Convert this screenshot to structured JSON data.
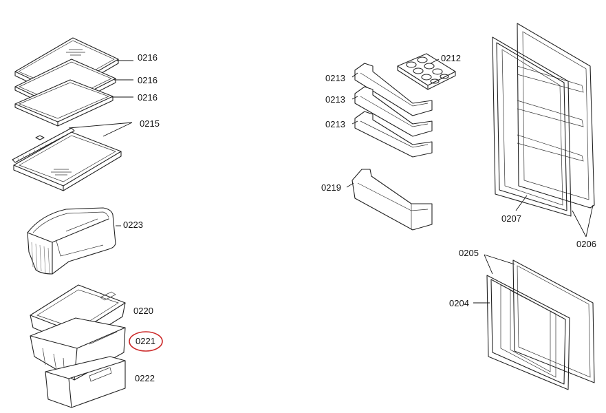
{
  "colors": {
    "line": "#222222",
    "highlight": "#cc2a2a",
    "background": "#ffffff"
  },
  "labels": {
    "p0216a": "0216",
    "p0216b": "0216",
    "p0216c": "0216",
    "p0215": "0215",
    "p0223": "0223",
    "p0220": "0220",
    "p0221": "0221",
    "p0222": "0222",
    "p0212": "0212",
    "p0213a": "0213",
    "p0213b": "0213",
    "p0213c": "0213",
    "p0219": "0219",
    "p0207": "0207",
    "p0206": "0206",
    "p0205": "0205",
    "p0204": "0204"
  },
  "highlighted_part": "0221"
}
